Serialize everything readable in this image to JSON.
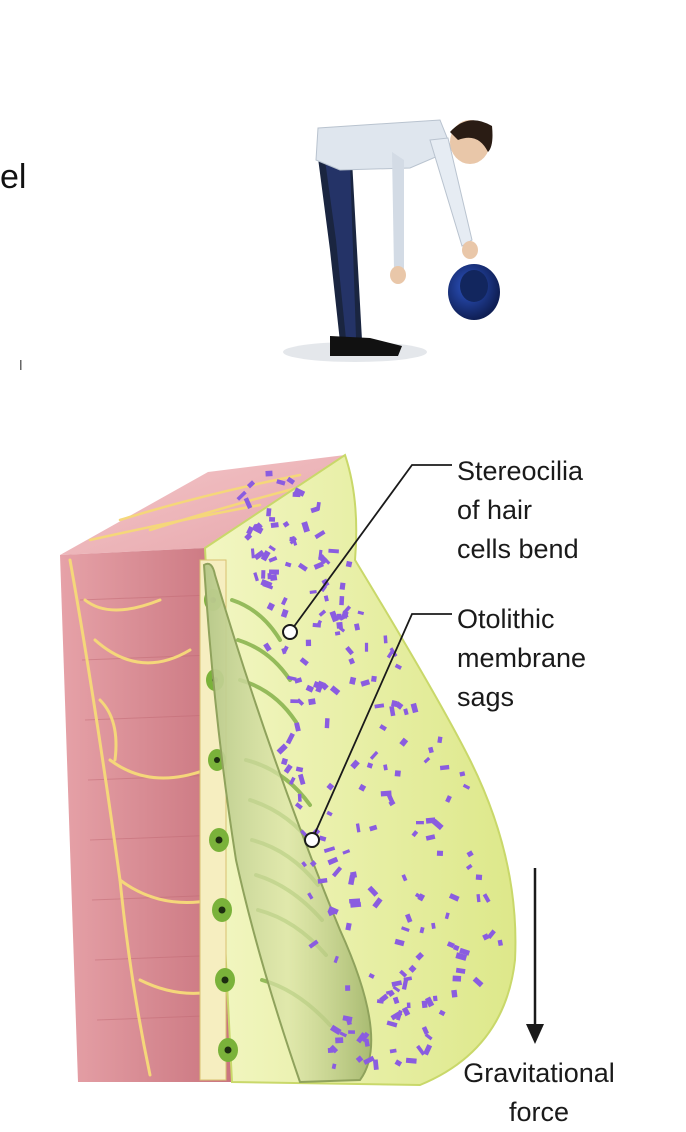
{
  "labels": {
    "stereocilia": [
      "Stereocilia",
      "of hair",
      "cells bend"
    ],
    "otolithic": [
      "Otolithic",
      "membrane",
      "sags"
    ],
    "gravitational": [
      "Gravitational",
      "force"
    ],
    "edge_fragment": "el"
  },
  "colors": {
    "muscle": "#d98a92",
    "muscle_light": "#f0bcc0",
    "nerve": "#f5d77a",
    "gel": "#e6ef9c",
    "gel_edge": "#c9d86a",
    "otoconia": "#8a5ce0",
    "hair_cell": "#7ab23a",
    "membrane": "#9cb06a",
    "shirt": "#dfe6ee",
    "trousers": "#1a2540",
    "hat": "#1f3a8f"
  }
}
